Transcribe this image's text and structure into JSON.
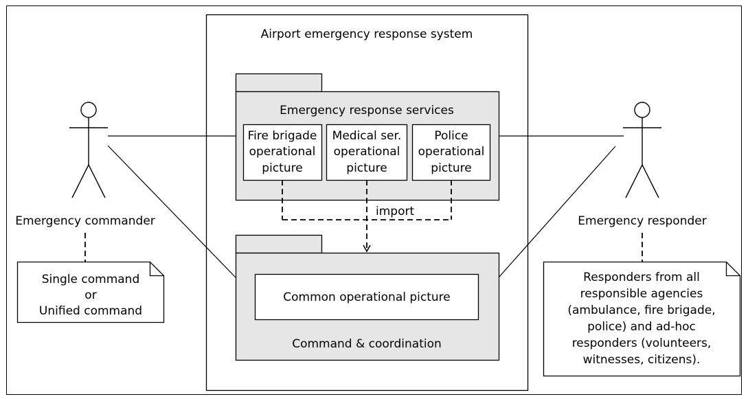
{
  "system": {
    "title": "Airport emergency response system"
  },
  "services_package": {
    "title": "Emergency response services",
    "boxes": [
      {
        "lines": [
          "Fire brigade",
          "operational",
          "picture"
        ]
      },
      {
        "lines": [
          "Medical ser.",
          "operational",
          "picture"
        ]
      },
      {
        "lines": [
          "Police",
          "operational",
          "picture"
        ]
      }
    ]
  },
  "import_label": "import",
  "command_package": {
    "title": "Command & coordination",
    "common_picture": "Common operational picture"
  },
  "actors": {
    "commander": {
      "label": "Emergency commander"
    },
    "responder": {
      "label": "Emergency responder"
    }
  },
  "notes": {
    "commander": {
      "lines": [
        "Single command",
        "or",
        "Unified command"
      ]
    },
    "responder": {
      "lines": [
        "Responders from all",
        "responsible agencies",
        "(ambulance, fire brigade,",
        "police) and ad-hoc",
        "responders (volunteers,",
        "witnesses, citizens)."
      ]
    }
  }
}
